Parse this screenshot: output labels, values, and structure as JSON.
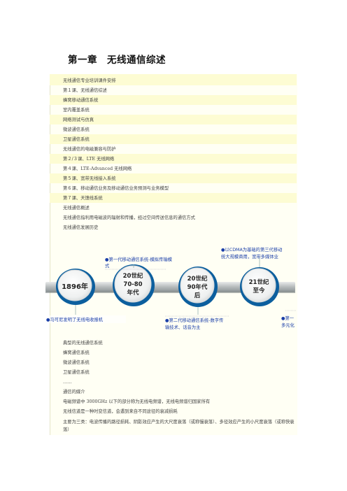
{
  "chapter_title": "第一章　无线通信综述",
  "lines_top": [
    "无线通信专业培训课件安排",
    "第１课、无线通信综述",
    "蜂窝移动通信系统",
    "室内覆盖系统",
    "网络测试与仿真",
    "微波通信系统",
    "卫星通信系统",
    "无线通信的电磁兼容与防护",
    "第２/３课、LTE 无线网络",
    "第４课、LTE-Advanced 无线网络",
    "第５课、宽带无线接入系统",
    "第６课、移动通信业务及移动通信业务预测与业务模型",
    "第７课、天馈线系统",
    "无线通信概述",
    "无线通信指利用电磁波的辐射和传播，经过空间传送信息的通信方式",
    "无线通信发展历史"
  ],
  "timeline": {
    "nodes": [
      "1896年",
      "20世纪",
      "70-80",
      "年代",
      "20世纪",
      "90年代",
      "后",
      "21世纪",
      "至今"
    ],
    "notes": {
      "n1a": "●第一代移动通信系统-模拟传输模",
      "n1b": "式",
      "n2": "●马可尼发明了无线电收报机",
      "n3a": "●第二代移动通信系统-数字传",
      "n3b": "输技术、话音为主",
      "n4a": "●以CDMA为基础的第三代移动",
      "n4b": "统大规模商用，宽带多媒体业",
      "n5a": "●第一",
      "n5b": "多元化"
    }
  },
  "lines_bottom": [
    "典型的无线通信系统",
    "蜂窝通信系统",
    "微波通信系统",
    "卫星通信系统",
    "……",
    "通信的媒介",
    "电磁频谱中 3000GHz 以下的部分称为无线电频谱，无线电频谱归国家所有",
    "无线信道是一种时变信道，会遇到来自不同途径的衰减损耗",
    "主要为三类：电波传播的路径损耗、阴影效应产生的大尺度衰落（或称慢衰落）、多径效应产生的小尺度衰落（或称快衰落）"
  ]
}
